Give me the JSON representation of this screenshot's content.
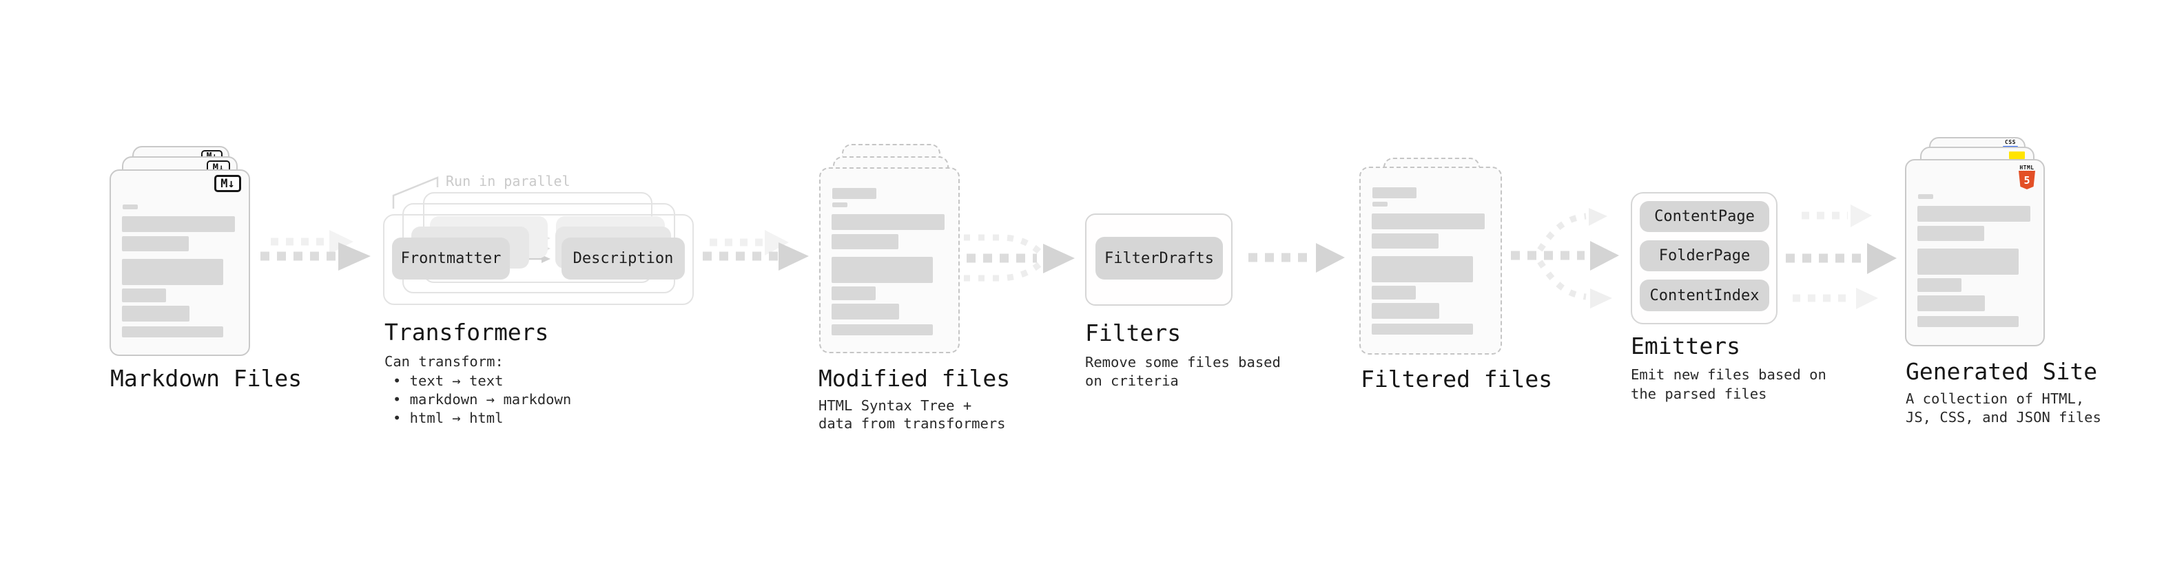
{
  "diagram": {
    "stages": {
      "markdown_files": {
        "label": "Markdown Files",
        "badge": "M↓"
      },
      "transformers": {
        "label": "Transformers",
        "note": "Run in parallel",
        "pills": [
          "Frontmatter",
          "Description"
        ],
        "caption_title": "Can transform:",
        "bullets": [
          "• text → text",
          "• markdown → markdown",
          "• html → html"
        ]
      },
      "modified_files": {
        "label": "Modified files",
        "caption": [
          "HTML Syntax Tree +",
          "data from transformers"
        ]
      },
      "filters": {
        "label": "Filters",
        "pill": "FilterDrafts",
        "caption": [
          "Remove some files based",
          "on criteria"
        ]
      },
      "filtered_files": {
        "label": "Filtered files"
      },
      "emitters": {
        "label": "Emitters",
        "pills": [
          "ContentPage",
          "FolderPage",
          "ContentIndex"
        ],
        "caption": [
          "Emit new files based on",
          "the parsed files"
        ]
      },
      "generated_site": {
        "label": "Generated Site",
        "caption": [
          "A collection of HTML,",
          "JS, CSS, and JSON files"
        ],
        "badges": {
          "css": "CSS",
          "html": "HTML",
          "html5_number": "5"
        }
      }
    },
    "colors": {
      "html5_orange": "#e34f26",
      "css_blue": "#2a63f3",
      "js_yellow": "#ffe400"
    }
  }
}
